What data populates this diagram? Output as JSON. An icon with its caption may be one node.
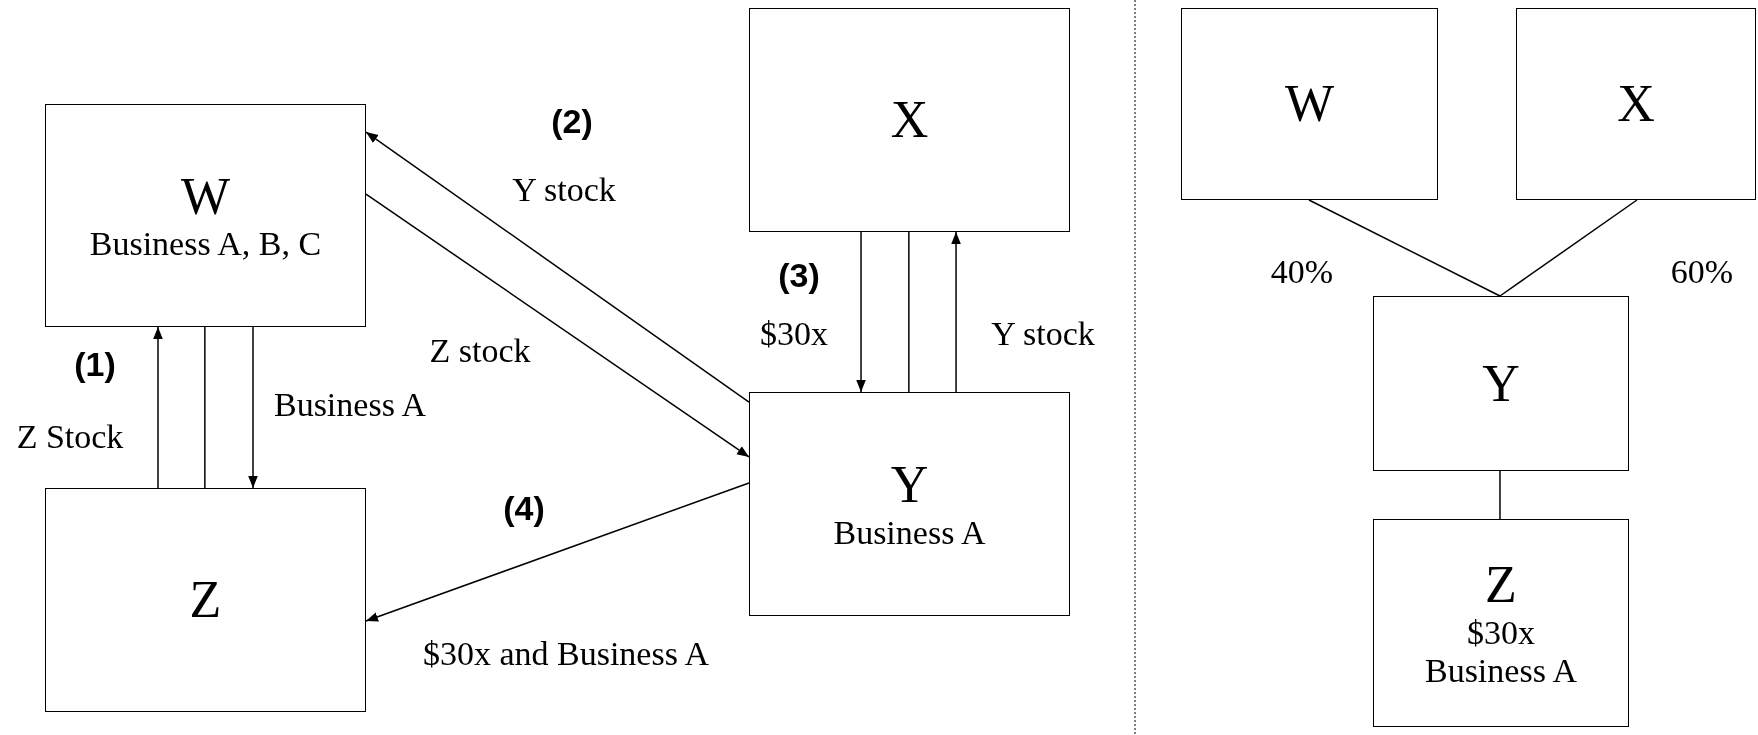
{
  "diagram": {
    "nodes": [
      {
        "text": [
          "W",
          "Business A, B, C"
        ]
      },
      {
        "text": [
          "X"
        ]
      },
      {
        "text": [
          "Z"
        ]
      },
      {
        "text": [
          "Y",
          "Business A"
        ]
      },
      {
        "text": [
          "W"
        ]
      },
      {
        "text": [
          "X"
        ]
      },
      {
        "text": [
          "Y"
        ]
      },
      {
        "text": [
          "Z",
          "$30x",
          "Business A"
        ]
      }
    ],
    "edges": [
      {
        "from": 0,
        "to": 2,
        "arrow": "none"
      },
      {
        "from": 2,
        "to": 0,
        "arrow": "to",
        "label": "Z Stock"
      },
      {
        "from": 0,
        "to": 2,
        "arrow": "to",
        "label": "Business A"
      },
      {
        "from": 3,
        "to": 0,
        "arrow": "to",
        "label": "Y stock"
      },
      {
        "from": 0,
        "to": 3,
        "arrow": "to",
        "label": "Z stock"
      },
      {
        "from": 1,
        "to": 3,
        "arrow": "none"
      },
      {
        "from": 1,
        "to": 3,
        "arrow": "to",
        "label": "$30x"
      },
      {
        "from": 3,
        "to": 1,
        "arrow": "to",
        "label": "Y stock"
      },
      {
        "from": 3,
        "to": 2,
        "arrow": "to",
        "label": "$30x and Business A"
      },
      {
        "from": 4,
        "to": 6,
        "arrow": "none",
        "label": "40%"
      },
      {
        "from": 5,
        "to": 6,
        "arrow": "none",
        "label": "60%"
      },
      {
        "from": 6,
        "to": 7,
        "arrow": "none"
      }
    ],
    "labels": [
      "(1)",
      "(2)",
      "(3)",
      "(4)"
    ]
  }
}
